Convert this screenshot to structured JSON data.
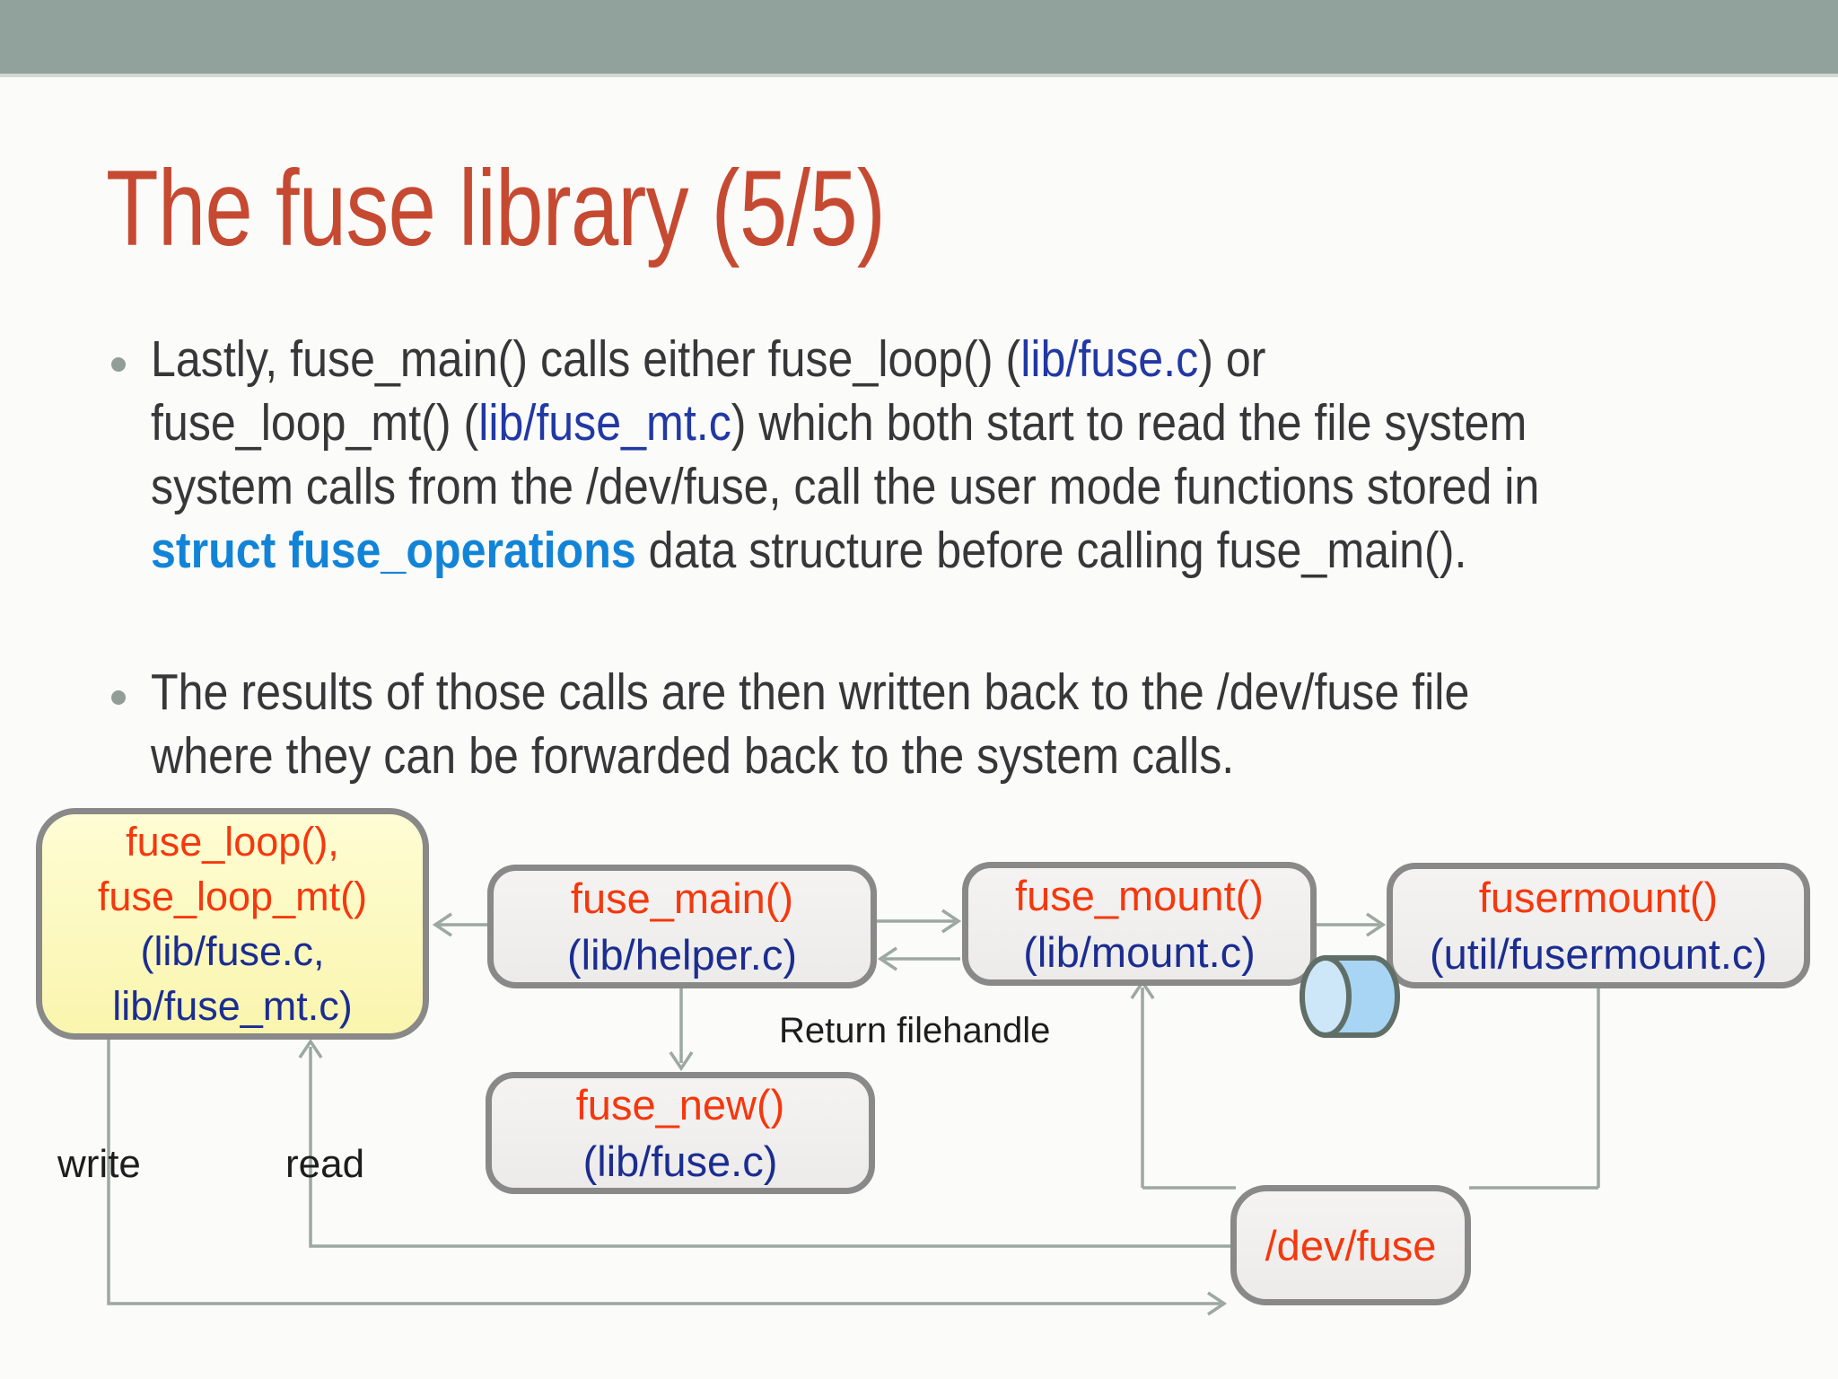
{
  "slide": {
    "title": "The fuse library (5/5)"
  },
  "colors": {
    "top_band": "#91A19B",
    "title_red": "#C64A31",
    "body_text": "#373739",
    "path_navy": "#2238A4",
    "struct_blue": "#1284D8",
    "box_border_gray": "#898989",
    "box_fill_gray": "#F0EFEE",
    "box_fill_yellow": "#FCF9C1",
    "box_text_red": "#F5380D",
    "box_text_navy": "#1B2D91",
    "arrow_gray": "#9CA8A1",
    "cylinder_blue": "#A9D5F4",
    "cylinder_cap_blue": "#CDE6F8",
    "cylinder_stroke": "#5F6F67"
  },
  "bullets": [
    {
      "lines": [
        [
          {
            "text": "Lastly, fuse_main() calls either fuse_loop() (",
            "style": "normal"
          },
          {
            "text": "lib/fuse.c",
            "style": "navy"
          },
          {
            "text": ") or",
            "style": "normal"
          }
        ],
        [
          {
            "text": "fuse_loop_mt() (",
            "style": "normal"
          },
          {
            "text": "lib/fuse_mt.c",
            "style": "navy"
          },
          {
            "text": ") which both start to read the file system",
            "style": "normal"
          }
        ],
        [
          {
            "text": "system calls from the /dev/fuse, call the user mode functions stored in",
            "style": "normal"
          }
        ],
        [
          {
            "text": "struct fuse_operations",
            "style": "bluebold"
          },
          {
            "text": " data structure before calling fuse_main().",
            "style": "normal"
          }
        ]
      ]
    },
    {
      "lines": [
        [
          {
            "text": "The results of those calls are then written back to the /dev/fuse file",
            "style": "normal"
          }
        ],
        [
          {
            "text": "where they can be forwarded back to the system calls.",
            "style": "normal"
          }
        ]
      ]
    }
  ],
  "diagram": {
    "boxes": [
      {
        "id": "fuse-loop",
        "lines": [
          {
            "text": "fuse_loop(),",
            "color": "red"
          },
          {
            "text": "fuse_loop_mt()",
            "color": "red"
          },
          {
            "text": "(lib/fuse.c,",
            "color": "navy"
          },
          {
            "text": "lib/fuse_mt.c)",
            "color": "navy"
          }
        ]
      },
      {
        "id": "fuse-main",
        "lines": [
          {
            "text": "fuse_main()",
            "color": "red"
          },
          {
            "text": "(lib/helper.c)",
            "color": "navy"
          }
        ]
      },
      {
        "id": "fuse-mount",
        "lines": [
          {
            "text": "fuse_mount()",
            "color": "red"
          },
          {
            "text": "(lib/mount.c)",
            "color": "navy"
          }
        ]
      },
      {
        "id": "fusermount",
        "lines": [
          {
            "text": "fusermount()",
            "color": "red"
          },
          {
            "text": "(util/fusermount.c)",
            "color": "navy"
          }
        ]
      },
      {
        "id": "fuse-new",
        "lines": [
          {
            "text": "fuse_new()",
            "color": "red"
          },
          {
            "text": "(lib/fuse.c)",
            "color": "navy"
          }
        ]
      },
      {
        "id": "dev-fuse",
        "lines": [
          {
            "text": "/dev/fuse",
            "color": "red"
          }
        ]
      }
    ],
    "edge_labels": {
      "return_filehandle": "Return filehandle",
      "write": "write",
      "read": "read"
    }
  }
}
